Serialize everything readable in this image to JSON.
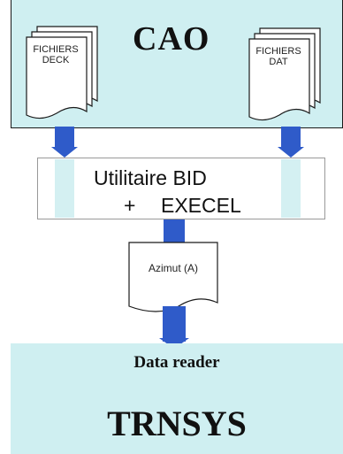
{
  "cao": {
    "title": "CAO",
    "left_doc_label_line1": "FICHIERS",
    "left_doc_label_line2": "DECK",
    "right_doc_label_line1": "FICHIERS",
    "right_doc_label_line2": "DAT"
  },
  "utility": {
    "line1": "Utilitaire BID",
    "plus": "+",
    "line2": "EXECEL"
  },
  "azimut": {
    "label": "Azimut (A)"
  },
  "trnsys": {
    "data_reader": "Data reader",
    "title": "TRNSYS"
  },
  "colors": {
    "panel_fill": "#cfeff1",
    "connector": "#2f5bc9",
    "border": "#1a1a1a"
  }
}
